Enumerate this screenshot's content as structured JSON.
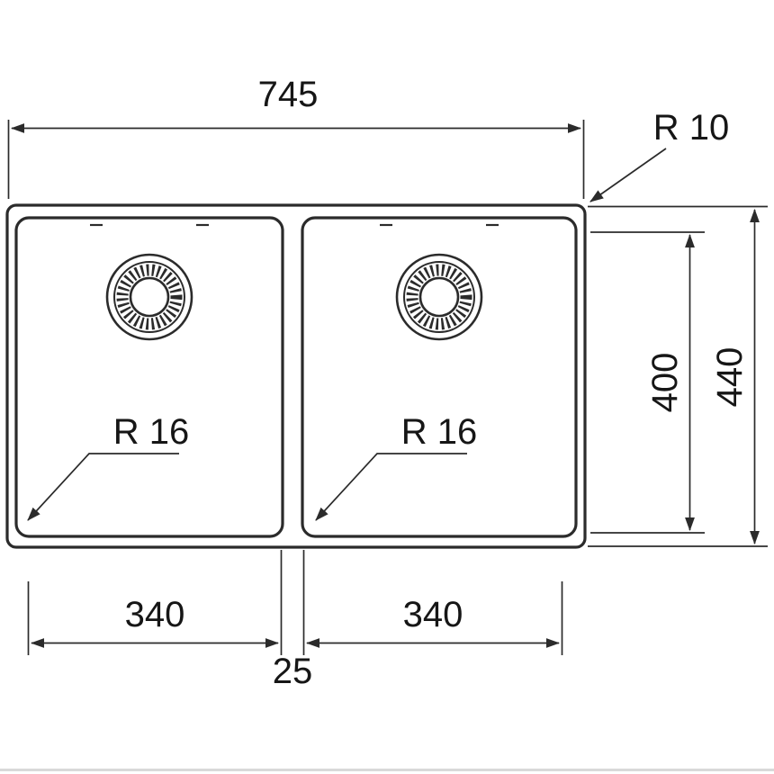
{
  "diagram": {
    "subject": "Double bowl sink - dimensioned top view technical drawing",
    "labels": {
      "overall_width": "745",
      "outer_corner_radius": "R 10",
      "bowl_inner_depth": "400",
      "overall_depth": "440",
      "left_bowl_width": "340",
      "right_bowl_width": "340",
      "divider_width": "25",
      "left_bowl_corner_radius": "R 16",
      "right_bowl_corner_radius": "R 16"
    },
    "icons": {
      "left_drain": "drain-strainer-icon",
      "right_drain": "drain-strainer-icon"
    },
    "colors": {
      "line": "#2b2b2b",
      "text": "#161616",
      "background": "#ffffff",
      "footer_rule": "#d9d9d9"
    }
  }
}
